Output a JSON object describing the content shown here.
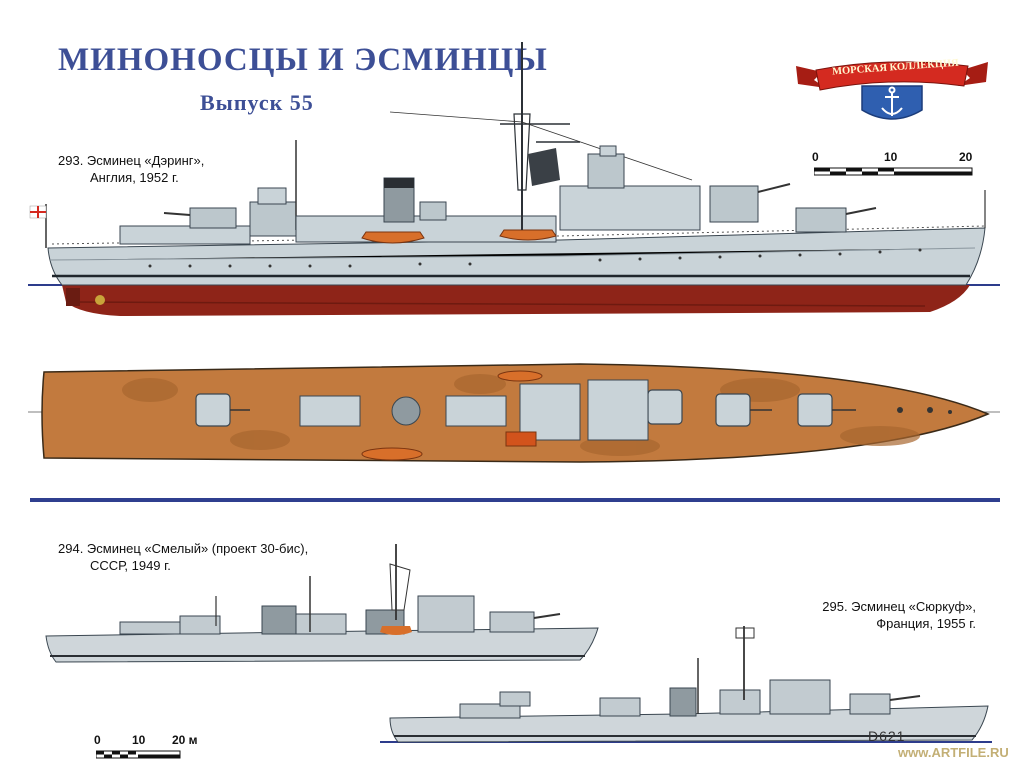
{
  "header": {
    "title": "МИНОНОСЦЫ И ЭСМИНЦЫ",
    "issue": "Выпуск 55"
  },
  "logo": {
    "text": "МОРСКАЯ КОЛЛЕКЦИЯ",
    "ribbon_color": "#d42a20",
    "shield_color": "#2f5fb0",
    "icon": "anchor-icon"
  },
  "ships": [
    {
      "caption_line1": "293. Эсминец «Дэринг»,",
      "caption_line2": "Англия, 1952 г."
    },
    {
      "caption_line1": "294. Эсминец «Смелый» (проект 30-бис),",
      "caption_line2": "СССР, 1949 г."
    },
    {
      "caption_line1": "295. Эсминец «Сюркуф»,",
      "caption_line2": "Франция, 1955 г.",
      "hull_number": "D621"
    }
  ],
  "scale_top": {
    "labels": [
      "0",
      "10",
      "20 м"
    ]
  },
  "scale_bottom": {
    "labels": [
      "0",
      "10",
      "20 м"
    ]
  },
  "watermark": "www.ARTFILE.RU",
  "colors": {
    "title": "#3d4f96",
    "hull_grey": "#c9d3d8",
    "hull_red": "#8e2418",
    "deck": "#c27a3e",
    "divider": "#2f3f8f"
  }
}
